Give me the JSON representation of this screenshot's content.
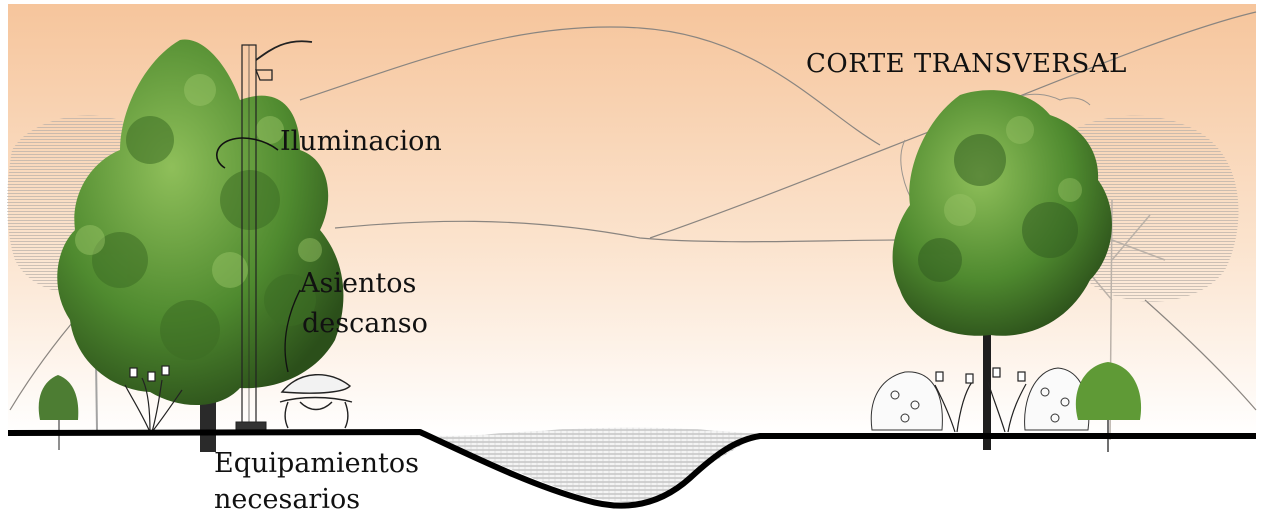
{
  "title": "CORTE TRANSVERSAL",
  "labels": {
    "iluminacion": "Iluminacion",
    "asientos_line1": "Asientos",
    "asientos_line2": "descanso",
    "equipamientos_line1": "Equipamientos",
    "equipamientos_line2": "necesarios"
  },
  "colors": {
    "sky_top": "#f6c9a2",
    "sky_bottom": "#ffffff",
    "ground": "#000000",
    "tree_dark": "#2f5a1f",
    "tree_light": "#7fb34a",
    "hatch": "#8c8c8c"
  }
}
